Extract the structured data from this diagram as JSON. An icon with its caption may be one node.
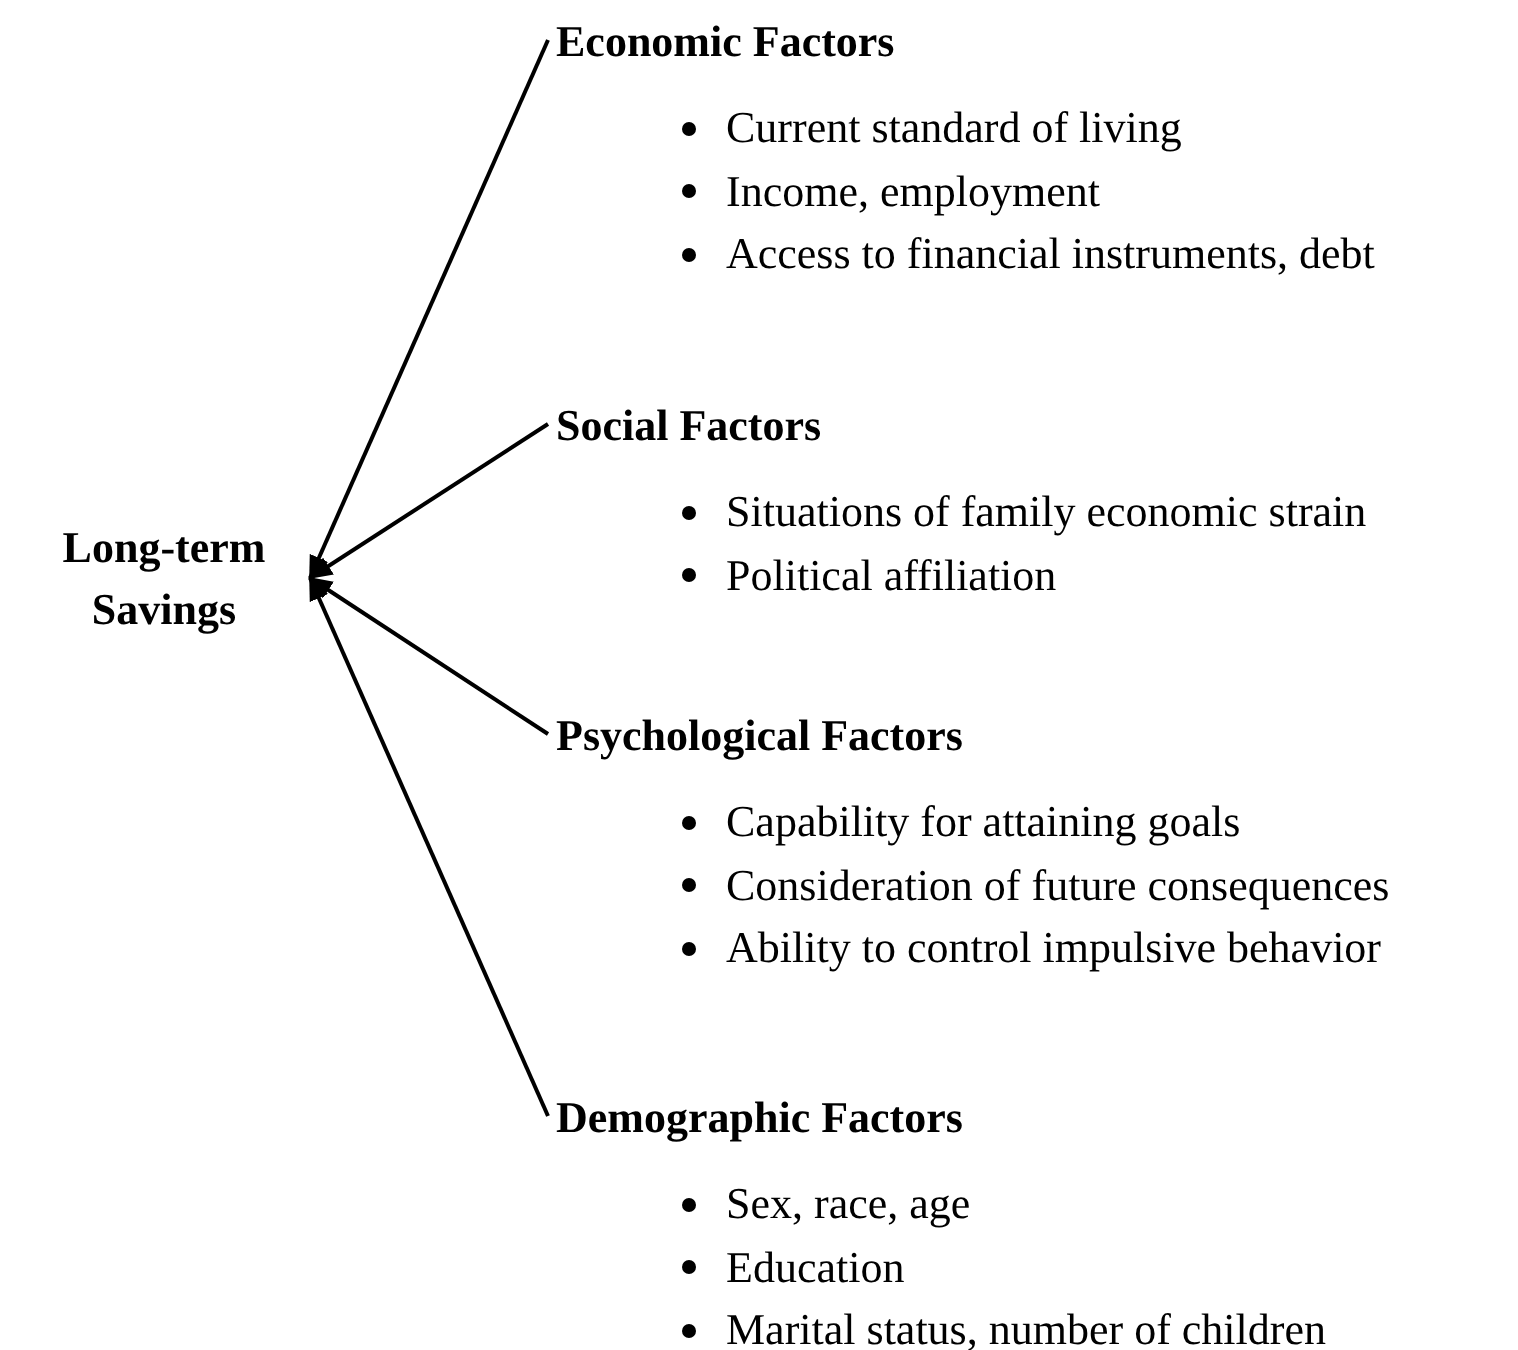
{
  "diagram": {
    "nodes": [
      {
        "text": [
          "Long-term Savings"
        ]
      },
      {
        "text": [
          "Economic Factors",
          "Current standard of living",
          "Income, employment",
          "Access to financial instruments, debt"
        ]
      },
      {
        "text": [
          "Social Factors",
          "Situations of family economic strain",
          "Political affiliation"
        ]
      },
      {
        "text": [
          "Psychological Factors",
          "Capability for attaining goals",
          "Consideration of future consequences",
          "Ability to control impulsive behavior"
        ]
      },
      {
        "text": [
          "Demographic Factors",
          "Sex, race, age",
          "Education",
          "Marital status, number of children"
        ]
      }
    ],
    "edges": [
      {
        "from": 1,
        "to": 0,
        "arrow": "to"
      },
      {
        "from": 2,
        "to": 0,
        "arrow": "to"
      },
      {
        "from": 3,
        "to": 0,
        "arrow": "to"
      },
      {
        "from": 4,
        "to": 0,
        "arrow": "to"
      }
    ]
  }
}
